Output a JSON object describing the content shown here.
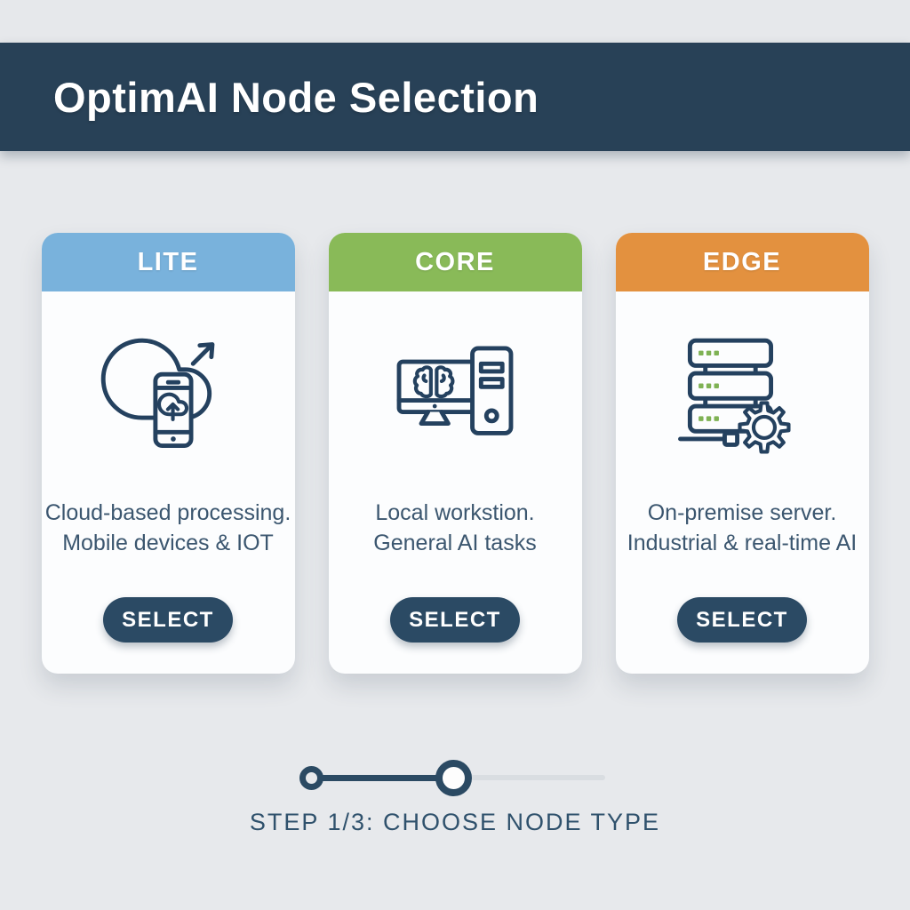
{
  "header": {
    "title": "OptimAI Node Selection"
  },
  "cards": [
    {
      "id": "lite",
      "label": "LITE",
      "header_color": "#79b2dc",
      "icon": "cloud-mobile-icon",
      "description": [
        "Cloud-based processing.",
        "Mobile devices & IOT"
      ],
      "button_label": "SELECT"
    },
    {
      "id": "core",
      "label": "CORE",
      "header_color": "#89ba58",
      "icon": "workstation-ai-icon",
      "description": [
        "Local workstion.",
        "General AI tasks"
      ],
      "button_label": "SELECT"
    },
    {
      "id": "edge",
      "label": "EDGE",
      "header_color": "#e3913f",
      "icon": "server-gear-icon",
      "description": [
        "On-premise server.",
        "Industrial & real-time AI"
      ],
      "button_label": "SELECT"
    }
  ],
  "progress": {
    "current_step": 1,
    "total_steps": 3,
    "step_label": "STEP 1/3: CHOOSE NODE TYPE"
  },
  "colors": {
    "banner_bg": "#284157",
    "page_bg": "#e7e9ec",
    "button_bg": "#2b4a64",
    "icon_stroke": "#24415f",
    "server_dot_green": "#7fb254",
    "progress_active": "#2b4a63",
    "progress_track": "#d9dde1",
    "body_text": "#3b566f"
  }
}
